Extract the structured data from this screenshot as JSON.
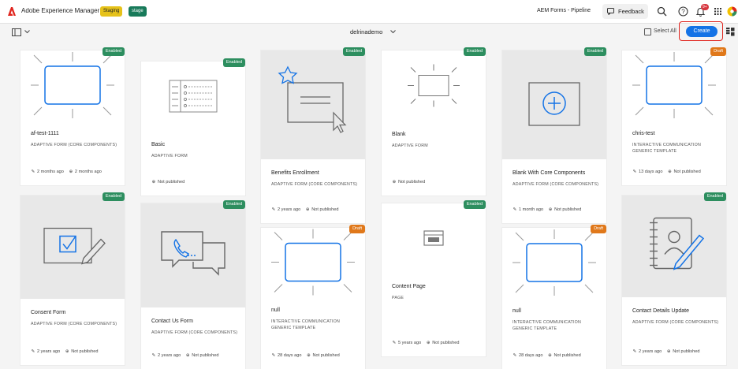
{
  "app": {
    "title": "Adobe Experience Manager",
    "env_tags": [
      "Staging",
      "stage"
    ],
    "program": "AEM Forms - Pipeline",
    "feedback_label": "Feedback",
    "notification_count": "9+"
  },
  "toolbar": {
    "folder": "delrinademo",
    "select_all": "Select All",
    "create": "Create"
  },
  "cards": [
    {
      "title": "af-test-1111",
      "type": "ADAPTIVE FORM (CORE COMPONENTS)",
      "status": "Enabled",
      "modified": "2 months ago",
      "published": "2 months ago",
      "thumbnail": "frame-rays"
    },
    {
      "title": "Basic",
      "type": "ADAPTIVE FORM",
      "status": "Enabled",
      "modified": "",
      "published": "Not published",
      "thumbnail": "form-layout"
    },
    {
      "title": "Benefits Enrollment",
      "type": "ADAPTIVE FORM (CORE COMPONENTS)",
      "status": "Enabled",
      "modified": "2 years ago",
      "published": "Not published",
      "thumbnail": "star-cursor"
    },
    {
      "title": "Blank",
      "type": "ADAPTIVE FORM",
      "status": "Enabled",
      "modified": "",
      "published": "Not published",
      "thumbnail": "blank-rays"
    },
    {
      "title": "Blank With Core Components",
      "type": "ADAPTIVE FORM (CORE COMPONENTS)",
      "status": "Enabled",
      "modified": "1 month ago",
      "published": "Not published",
      "thumbnail": "plus-circle"
    },
    {
      "title": "chris-test",
      "type": "INTERACTIVE COMMUNICATION GENERIC TEMPLATE",
      "status": "Draft",
      "modified": "13 days ago",
      "published": "Not published",
      "thumbnail": "frame-rays"
    },
    {
      "title": "Consent Form",
      "type": "ADAPTIVE FORM (CORE COMPONENTS)",
      "status": "Enabled",
      "modified": "2 years ago",
      "published": "Not published",
      "thumbnail": "checkbox-pen"
    },
    {
      "title": "Contact Us Form",
      "type": "ADAPTIVE FORM (CORE COMPONENTS)",
      "status": "Enabled",
      "modified": "2 years ago",
      "published": "Not published",
      "thumbnail": "chat-phone"
    },
    {
      "title": "null",
      "type": "INTERACTIVE COMMUNICATION GENERIC TEMPLATE",
      "status": "Draft",
      "modified": "28 days ago",
      "published": "Not published",
      "thumbnail": "frame-rays"
    },
    {
      "title": "Content Page",
      "type": "PAGE",
      "status": "Enabled",
      "modified": "5 years ago",
      "published": "Not published",
      "thumbnail": "page-icon"
    },
    {
      "title": "null",
      "type": "INTERACTIVE COMMUNICATION GENERIC TEMPLATE",
      "status": "Draft",
      "modified": "28 days ago",
      "published": "Not published",
      "thumbnail": "frame-rays"
    },
    {
      "title": "Contact Details Update",
      "type": "ADAPTIVE FORM (CORE COMPONENTS)",
      "status": "Enabled",
      "modified": "2 years ago",
      "published": "Not published",
      "thumbnail": "notebook-pen"
    }
  ],
  "colors": {
    "accent": "#1473e6",
    "enabled": "#2d8e5f",
    "draft": "#e0781a",
    "staging": "#e6c21a",
    "stage": "#187a5a"
  }
}
